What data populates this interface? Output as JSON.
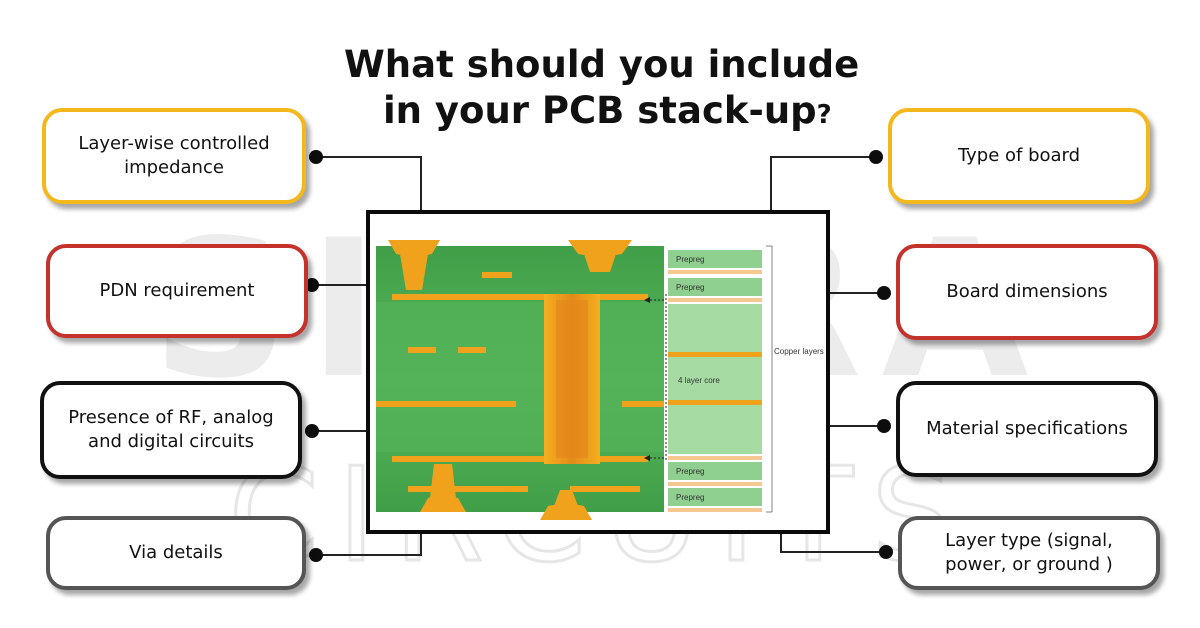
{
  "title": {
    "line1": "What should you include",
    "line2": "in your PCB stack-up",
    "question_mark": "?"
  },
  "watermark": {
    "line1": "SIERRA",
    "line2": "CIRCUITS"
  },
  "colors": {
    "yellow": "#f2b81c",
    "red": "#c4322b",
    "black": "#111111",
    "gray": "#555555",
    "pcb_green": "#4aab52",
    "copper": "#f0a21c"
  },
  "left_boxes": [
    {
      "text": "Layer-wise controlled impedance"
    },
    {
      "text": "PDN requirement"
    },
    {
      "text": "Presence of RF, analog and digital circuits"
    },
    {
      "text": "Via details"
    }
  ],
  "right_boxes": [
    {
      "text": "Type of board"
    },
    {
      "text": "Board dimensions"
    },
    {
      "text": "Material specifications"
    },
    {
      "text": "Layer type (signal, power, or ground )"
    }
  ],
  "diagram": {
    "prepreg_1": "Prepreg",
    "prepreg_2": "Prepreg",
    "core": "4 layer core",
    "prepreg_3": "Prepreg",
    "prepreg_4": "Prepreg",
    "copper_layers": "Copper layers"
  }
}
